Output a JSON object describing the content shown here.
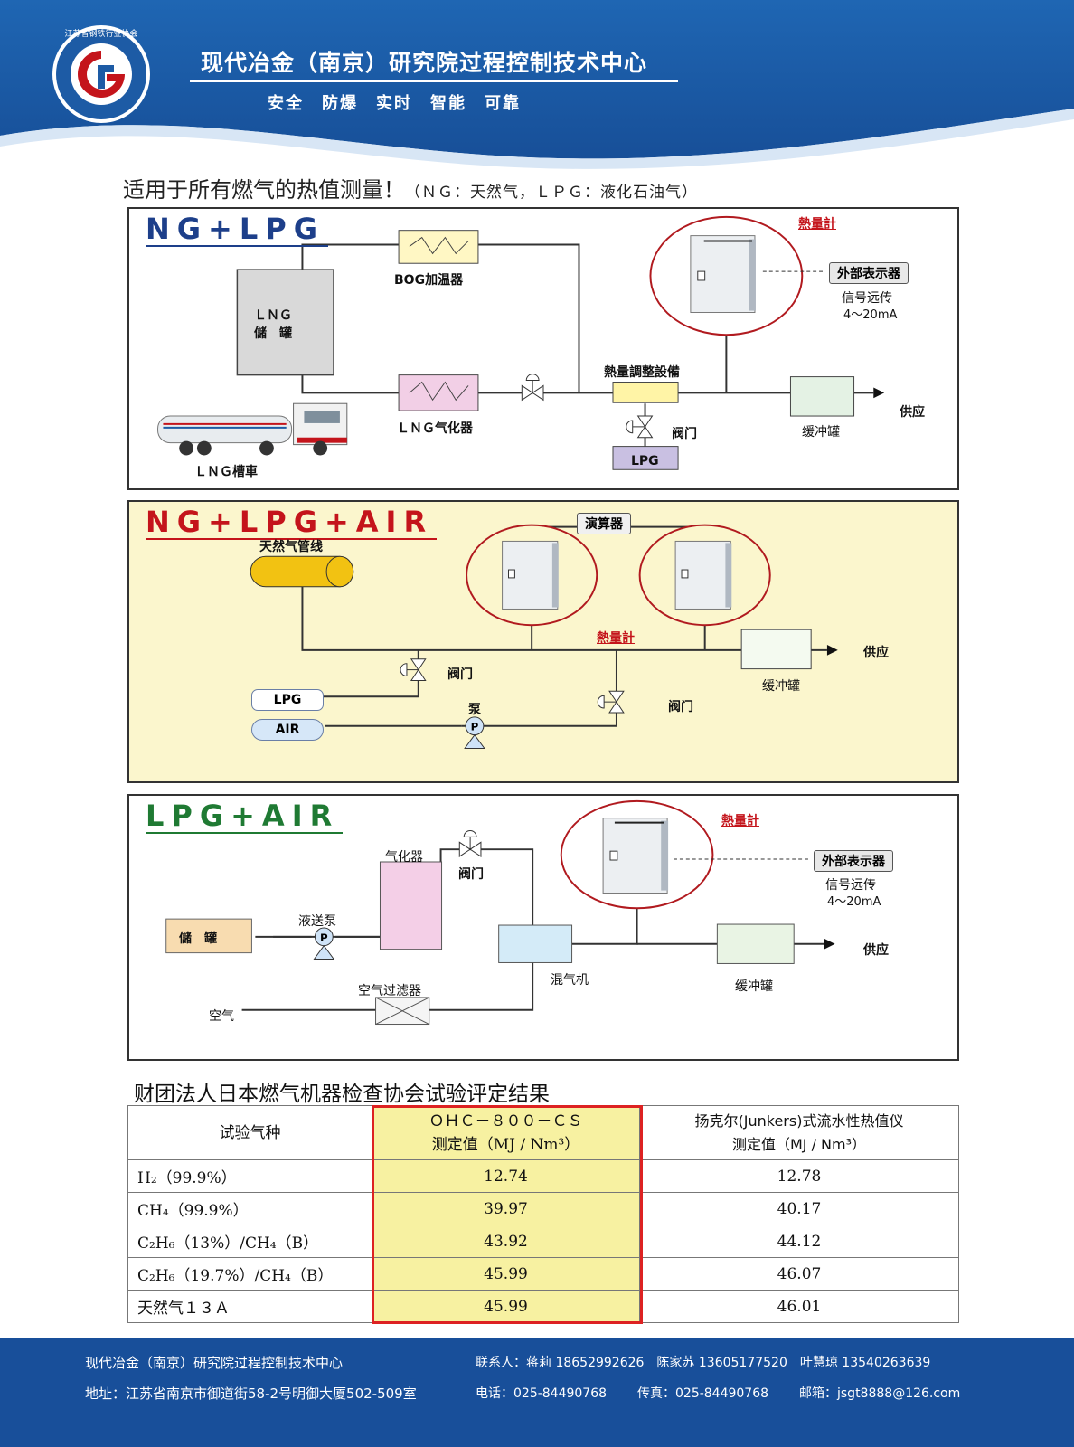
{
  "header": {
    "org_name": "现代冶金（南京）研究院过程控制技术中心",
    "slogan": "安全　防爆　实时　智能　可靠",
    "logo_ring_text": "江苏省钢铁行业协会",
    "colors": {
      "banner": "#1a5aa5",
      "accent_red": "#c4141b"
    }
  },
  "headline": {
    "main": "适用于所有燃气的热值测量！",
    "note": "（ＮＧ：天然气，ＬＰＧ：液化石油气）"
  },
  "panel1": {
    "title": "NG+LPG",
    "labels": {
      "meter": "熱量計",
      "bog_heater": "BOG加温器",
      "lng_tank": "ＬＮＧ\n儲　罐",
      "lng_vaporizer": "ＬＮＧ气化器",
      "lng_truck": "ＬＮＧ槽車",
      "adjust_equipment": "熱量調整設備",
      "valve": "阀门",
      "lpg": "LPG",
      "buffer_tank": "缓冲罐",
      "supply": "供应",
      "external_display": "外部表示器",
      "signal_line1": "信号远传",
      "signal_line2": "4～20mA"
    }
  },
  "panel2": {
    "title": "NG+LPG+AIR",
    "labels": {
      "calculator": "演算器",
      "pipeline": "天然气管线",
      "meter": "熱量計",
      "valve_a": "阀门",
      "valve_b": "阀门",
      "lpg": "LPG",
      "air": "AIR",
      "pump": "泵",
      "buffer_tank": "缓冲罐",
      "supply": "供应"
    }
  },
  "panel3": {
    "title": "LPG+AIR",
    "labels": {
      "meter": "熱量計",
      "external_display": "外部表示器",
      "signal_line1": "信号远传",
      "signal_line2": "4～20mA",
      "vaporizer": "气化器",
      "valve": "阀门",
      "storage_tank": "儲　罐",
      "feed_pump": "液送泵",
      "mixer": "混气机",
      "buffer_tank": "缓冲罐",
      "supply": "供应",
      "air_filter": "空气过滤器",
      "air": "空气"
    }
  },
  "results": {
    "caption": "财团法人日本燃气机器检查协会试验评定结果",
    "headers": [
      "试验气种",
      "ＯＨＣ－８００－ＣＳ\n测定值（MJ / Nm³）",
      "扬克尔(Junkers)式流水性热值仪\n测定值（MJ / Nm³）"
    ],
    "rows": [
      [
        "H₂（99.9%）",
        "12.74",
        "12.78"
      ],
      [
        "CH₄（99.9%）",
        "39.97",
        "40.17"
      ],
      [
        "C₂H₆（13%）/CH₄（B）",
        "43.92",
        "44.12"
      ],
      [
        "C₂H₆（19.7%）/CH₄（B）",
        "45.99",
        "46.07"
      ],
      [
        "天然气１３Ａ",
        "45.99",
        "46.01"
      ]
    ]
  },
  "footer": {
    "org": "现代冶金（南京）研究院过程控制技术中心",
    "contacts": "联系人：蒋莉 18652992626　陈家苏 13605177520　叶慧琼 13540263639",
    "address": "地址：江苏省南京市御道街58-2号明御大厦502-509室",
    "phone": "电话：025-84490768",
    "fax": "传真：025-84490768",
    "email": "邮箱：jsgt8888@126.com"
  }
}
